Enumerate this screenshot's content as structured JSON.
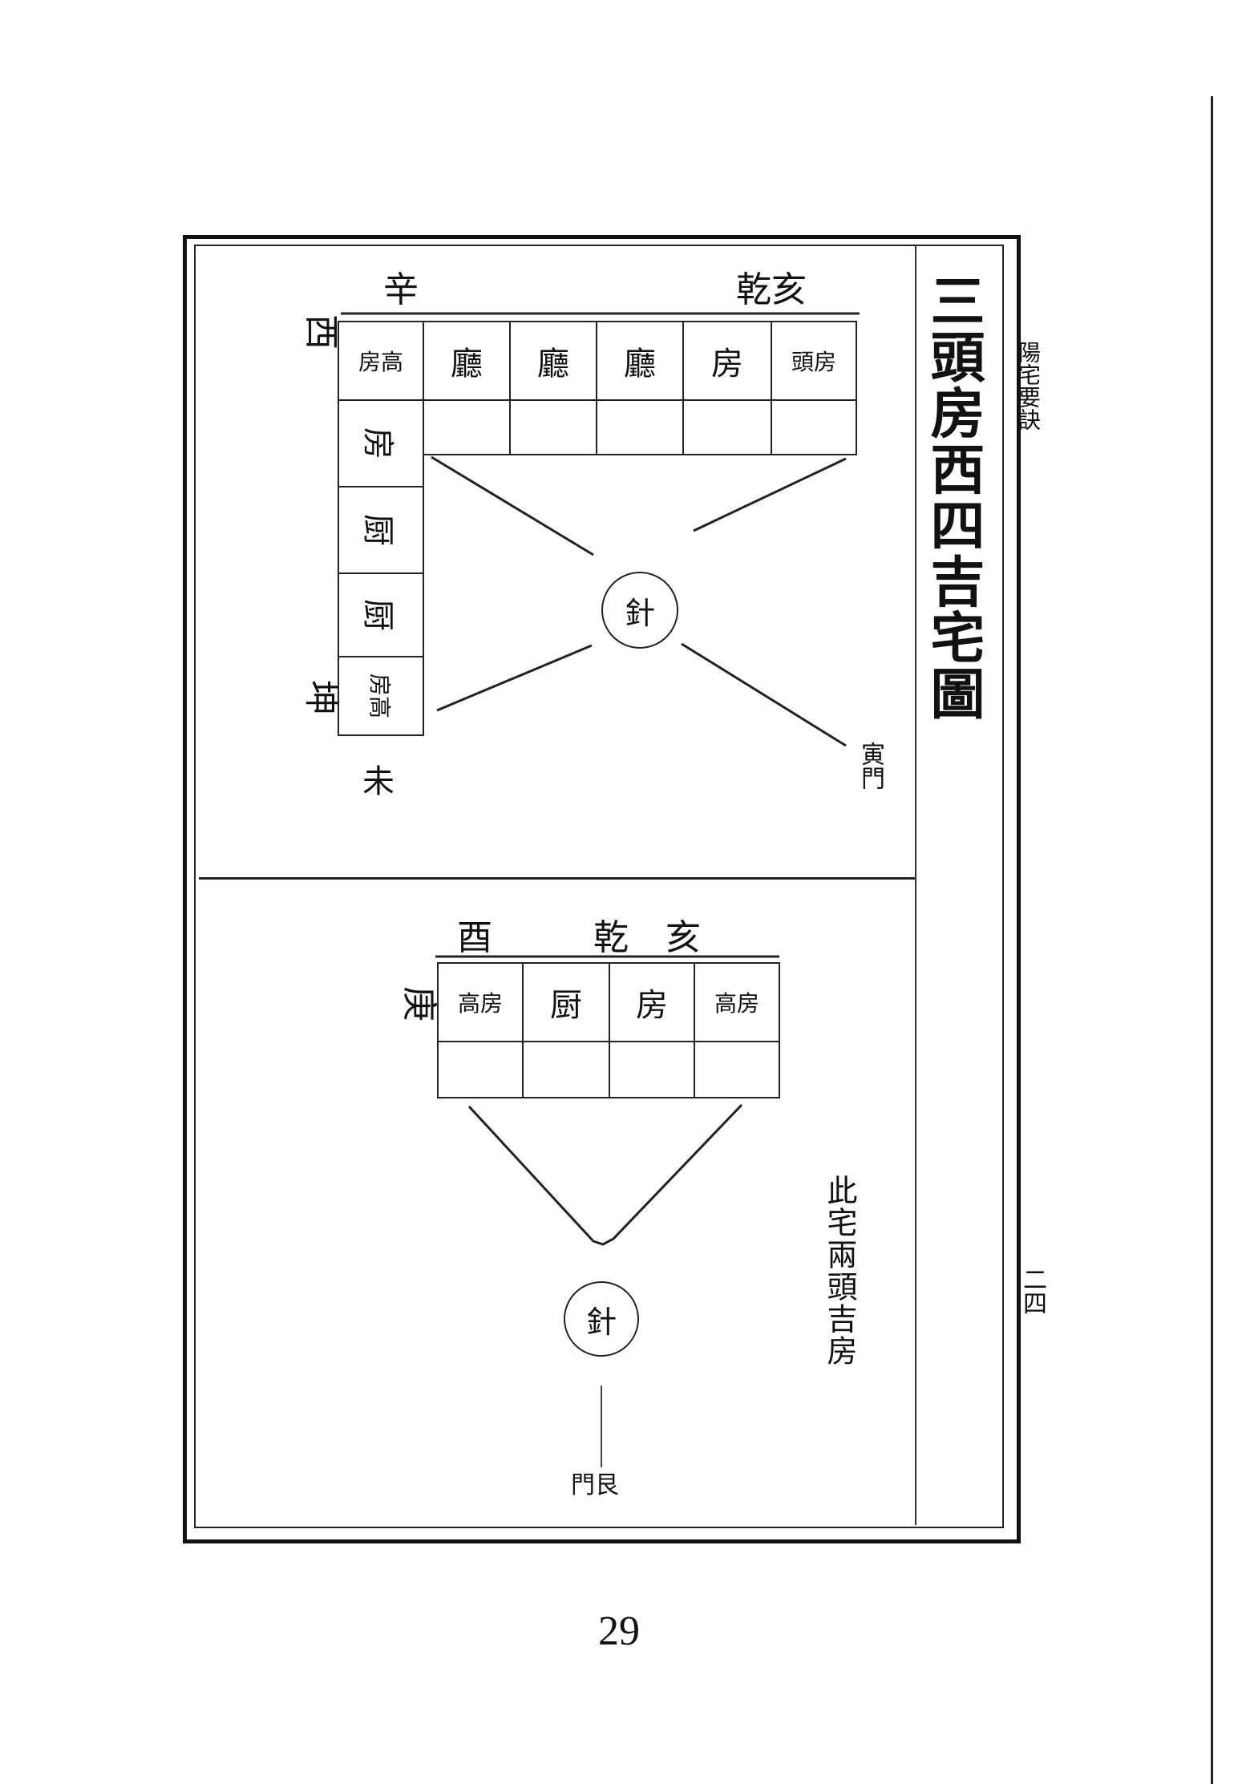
{
  "book": {
    "running_head": "陽宅要訣",
    "leaf_number": "二四",
    "page_number": "29"
  },
  "title": "三頭房西四吉宅圖",
  "top_diagram": {
    "top_labels": {
      "xin": "辛",
      "qian_hai": "乾亥"
    },
    "side_labels": {
      "xi": "西",
      "kun": "坤",
      "wei": "未"
    },
    "door_label": "寅門",
    "compass_label": "針",
    "top_row": [
      "房高",
      "廳",
      "廳",
      "廳",
      "房",
      "頭房"
    ],
    "left_column": [
      "房",
      "厨",
      "厨",
      "房高"
    ]
  },
  "bottom_diagram": {
    "top_labels": {
      "xi": "酉",
      "qian": "乾",
      "hai": "亥"
    },
    "side_label": "庚",
    "row": [
      "高房",
      "厨",
      "房",
      "高房"
    ],
    "compass_label": "針",
    "door_label": "門艮"
  },
  "note": "此宅兩頭吉房"
}
